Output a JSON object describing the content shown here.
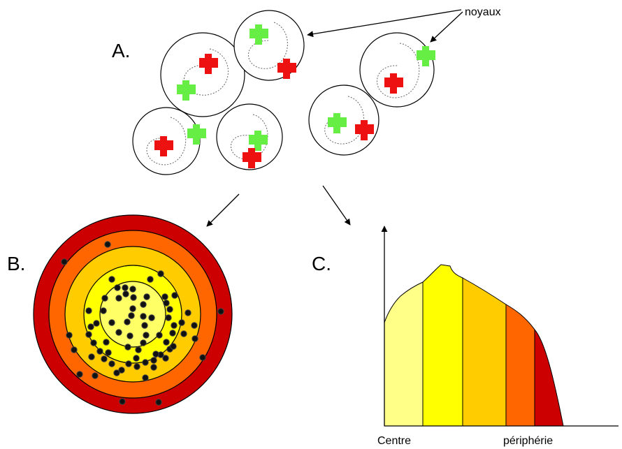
{
  "labels": {
    "panel_a": "A.",
    "panel_b": "B.",
    "panel_c": "C.",
    "nuclei": "noyaux",
    "center": "Centre",
    "periphery": "périphérie"
  },
  "colors": {
    "green_marker": "#66ee44",
    "red_marker": "#ee1111",
    "ring_innermost": "#ffff66",
    "ring_2": "#ffff00",
    "ring_3": "#ffcc00",
    "ring_4": "#ff6600",
    "ring_outer": "#cc0000",
    "profile_center": "#ffff88"
  }
}
